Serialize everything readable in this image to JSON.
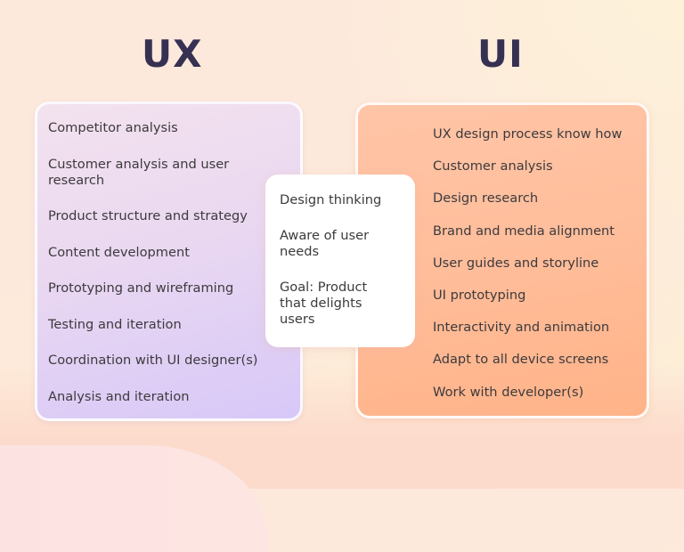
{
  "headings": {
    "ux": "UX",
    "ui": "UI"
  },
  "ux_panel": {
    "items": [
      "Competitor analysis",
      "Customer analysis and user research",
      "Product structure and strategy",
      "Content development",
      "Prototyping and wireframing",
      "Testing and iteration",
      "Coordination with UI designer(s)",
      "Analysis and iteration"
    ]
  },
  "center_panel": {
    "items": [
      "Design thinking",
      "Aware of user needs",
      "Goal: Product that delights users"
    ]
  },
  "ui_panel": {
    "items": [
      "UX design process know how",
      "Customer analysis",
      "Design research",
      "Brand and media alignment",
      "User guides and storyline",
      "UI prototyping",
      "Interactivity and animation",
      "Adapt to all device screens",
      "Work with developer(s)"
    ]
  },
  "colors": {
    "heading": "#363152",
    "text": "#3d3a3d",
    "ux_panel_top": "#f3e2ee",
    "ux_panel_bottom": "#d7c8f8",
    "ui_panel_top": "#ffc5a7",
    "ui_panel_bottom": "#ffb388",
    "center_panel": "#ffffff",
    "background": "#fde8dc"
  }
}
